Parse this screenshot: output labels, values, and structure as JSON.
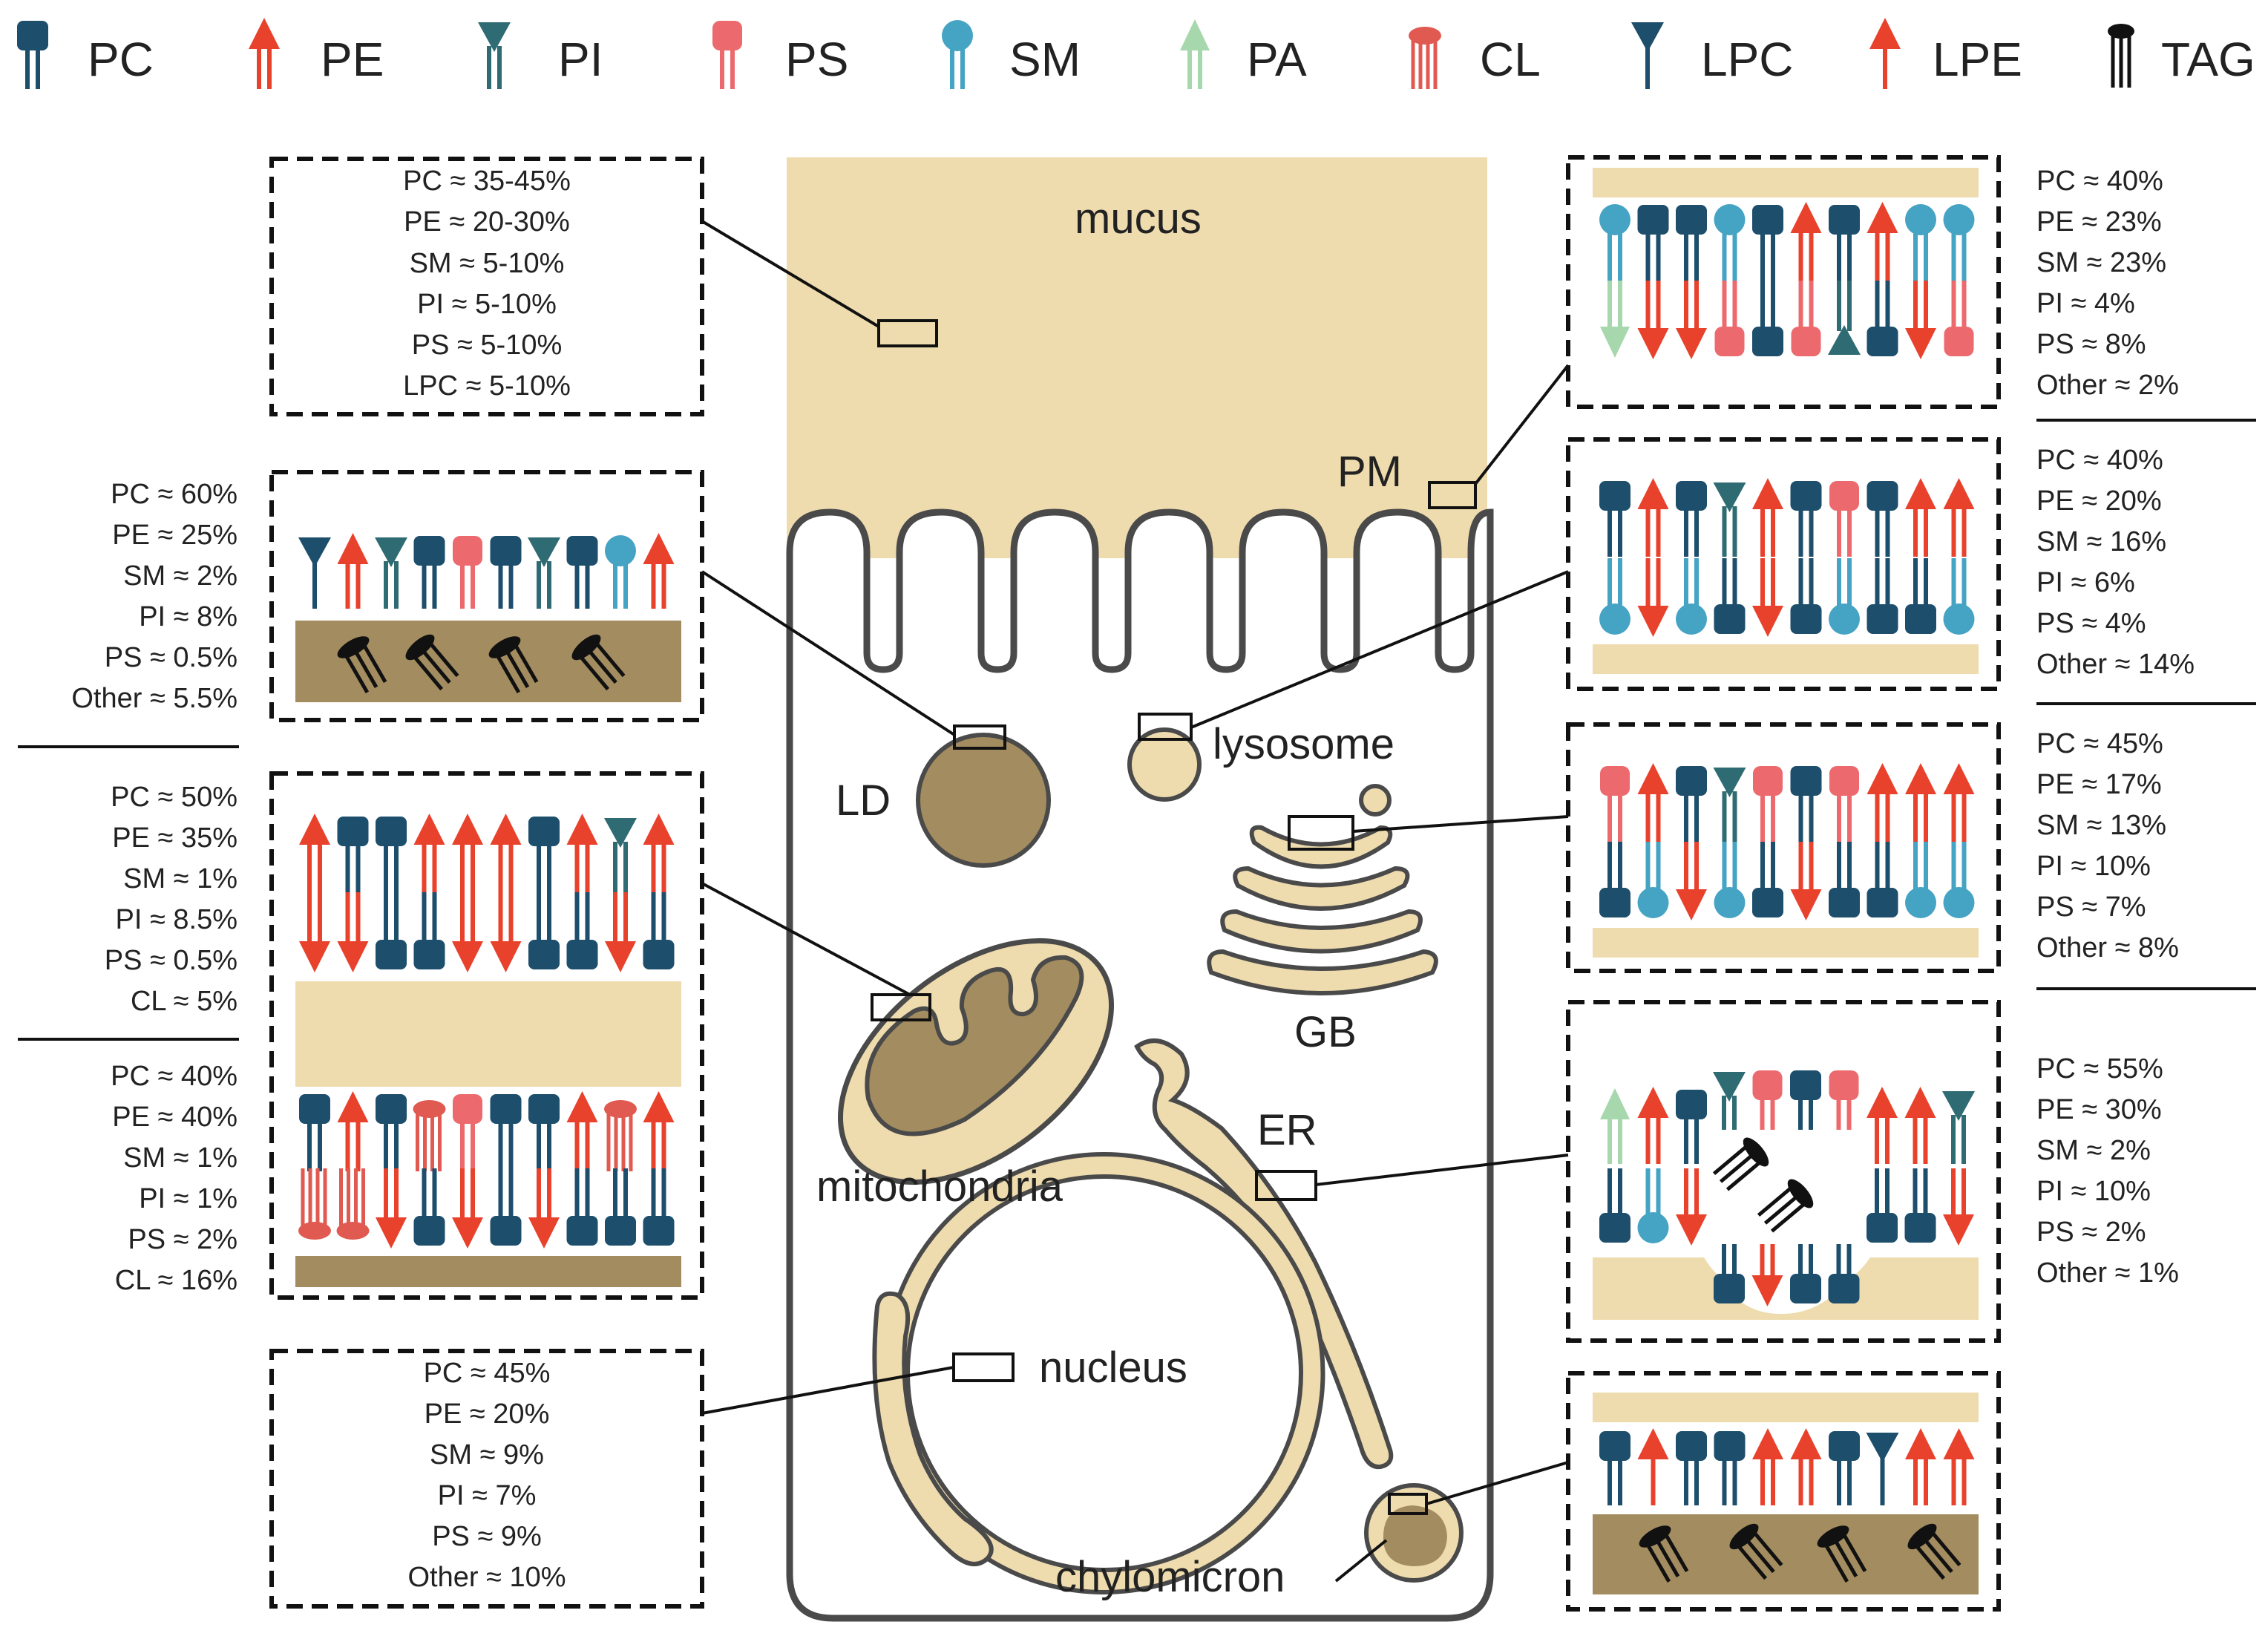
{
  "legend": [
    {
      "label": "PC",
      "type": "PC"
    },
    {
      "label": "PE",
      "type": "PE"
    },
    {
      "label": "PI",
      "type": "PI"
    },
    {
      "label": "PS",
      "type": "PS"
    },
    {
      "label": "SM",
      "type": "SM"
    },
    {
      "label": "PA",
      "type": "PA"
    },
    {
      "label": "CL",
      "type": "CL"
    },
    {
      "label": "LPC",
      "type": "LPC"
    },
    {
      "label": "LPE",
      "type": "LPE"
    },
    {
      "label": "TAG",
      "type": "TAG"
    }
  ],
  "colors": {
    "PC": "#1d4e6b",
    "PE": "#e8412c",
    "PI": "#2f6b72",
    "PS": "#ec6a6e",
    "SM": "#45a3c4",
    "PA": "#a6d7ad",
    "CL": "#e05a52",
    "LPC": "#1d4e6b",
    "LPE": "#e8412c",
    "TAG": "#111111",
    "cytoplasm_light": "#efdcae",
    "lipid_core": "#a38c5f",
    "outline": "#4a4a4a"
  },
  "organelles": {
    "mucus": "mucus",
    "pm": "PM",
    "lysosome": "lysosome",
    "ld": "LD",
    "gb": "GB",
    "er": "ER",
    "mitochondria": "mitochondria",
    "nucleus": "nucleus",
    "chylomicron": "chylomicron"
  },
  "compositions": {
    "mucus": [
      "PC ≈ 35-45%",
      "PE ≈ 20-30%",
      "SM ≈ 5-10%",
      "PI ≈ 5-10%",
      "PS ≈ 5-10%",
      "LPC ≈ 5-10%"
    ],
    "ld": [
      "PC ≈ 60%",
      "PE ≈ 25%",
      "SM ≈ 2%",
      "PI ≈ 8%",
      "PS ≈ 0.5%",
      "Other ≈ 5.5%"
    ],
    "mito_outer": [
      "PC ≈ 50%",
      "PE ≈ 35%",
      "SM ≈ 1%",
      "PI ≈ 8.5%",
      "PS ≈ 0.5%",
      "CL ≈ 5%"
    ],
    "mito_inner": [
      "PC ≈ 40%",
      "PE ≈ 40%",
      "SM ≈ 1%",
      "PI ≈ 1%",
      "PS ≈ 2%",
      "CL ≈ 16%"
    ],
    "nucleus": [
      "PC ≈ 45%",
      "PE ≈ 20%",
      "SM ≈ 9%",
      "PI ≈ 7%",
      "PS ≈ 9%",
      "Other ≈ 10%"
    ],
    "pm": [
      "PC ≈ 40%",
      "PE ≈ 23%",
      "SM ≈ 23%",
      "PI ≈ 4%",
      "PS ≈ 8%",
      "Other ≈ 2%"
    ],
    "lysosome": [
      "PC ≈ 40%",
      "PE ≈ 20%",
      "SM ≈ 16%",
      "PI ≈ 6%",
      "PS ≈ 4%",
      "Other ≈ 14%"
    ],
    "gb": [
      "PC ≈ 45%",
      "PE ≈ 17%",
      "SM ≈ 13%",
      "PI ≈ 10%",
      "PS ≈ 7%",
      "Other ≈ 8%"
    ],
    "er": [
      "PC ≈ 55%",
      "PE ≈ 30%",
      "SM ≈ 2%",
      "PI ≈ 10%",
      "PS ≈ 2%",
      "Other ≈ 1%"
    ]
  },
  "membranes": {
    "pm_top": [
      "SM",
      "PC",
      "PC",
      "SM",
      "PC",
      "PE",
      "PC",
      "PE",
      "SM",
      "SM"
    ],
    "pm_bottom": [
      "PA",
      "PE",
      "PE",
      "PS",
      "PC",
      "PS",
      "PI",
      "PC",
      "PE",
      "PS"
    ],
    "lys_top": [
      "PC",
      "PE",
      "PC",
      "PI",
      "PE",
      "PC",
      "PS",
      "PC",
      "PE",
      "PE"
    ],
    "lys_bottom": [
      "SM",
      "PE",
      "SM",
      "PC",
      "PE",
      "PC",
      "SM",
      "PC",
      "PC",
      "SM"
    ],
    "gb_top": [
      "PS",
      "PE",
      "PC",
      "PI",
      "PS",
      "PC",
      "PS",
      "PE",
      "PE",
      "PE"
    ],
    "gb_bottom": [
      "PC",
      "SM",
      "PE",
      "SM",
      "PC",
      "PE",
      "PC",
      "PC",
      "SM",
      "SM"
    ],
    "ld_mono": [
      "LPC",
      "PE",
      "PI",
      "PC",
      "PS",
      "PC",
      "PI",
      "PC",
      "SM",
      "PE"
    ],
    "mito_o_top": [
      "PE",
      "PC",
      "PC",
      "PE",
      "PE",
      "PE",
      "PC",
      "PE",
      "PI",
      "PE"
    ],
    "mito_o_bot": [
      "PE",
      "PE",
      "PC",
      "PC",
      "PE",
      "PE",
      "PC",
      "PC",
      "PE",
      "PC"
    ],
    "mito_i_top": [
      "PC",
      "PE",
      "PC",
      "CL",
      "PS",
      "PC",
      "PC",
      "PE",
      "CL",
      "PE"
    ],
    "mito_i_bot": [
      "CL",
      "CL",
      "PE",
      "PC",
      "PE",
      "PC",
      "PE",
      "PC",
      "PC",
      "PC"
    ],
    "er_top_l": [
      "PA",
      "PE",
      "PC"
    ],
    "er_top_r": [
      "PE",
      "PE",
      "PI"
    ],
    "er_bot_l": [
      "PC",
      "SM",
      "PE"
    ],
    "er_bot_r": [
      "PC",
      "PC",
      "PE"
    ],
    "er_bud_top": [
      "PI",
      "PS",
      "PC",
      "PS"
    ],
    "er_bud_bot": [
      "PC",
      "PE",
      "PC",
      "PC"
    ],
    "chylo_mono": [
      "PC",
      "LPE",
      "PC",
      "PC",
      "PE",
      "PE",
      "PC",
      "LPC",
      "PE",
      "PE"
    ]
  }
}
